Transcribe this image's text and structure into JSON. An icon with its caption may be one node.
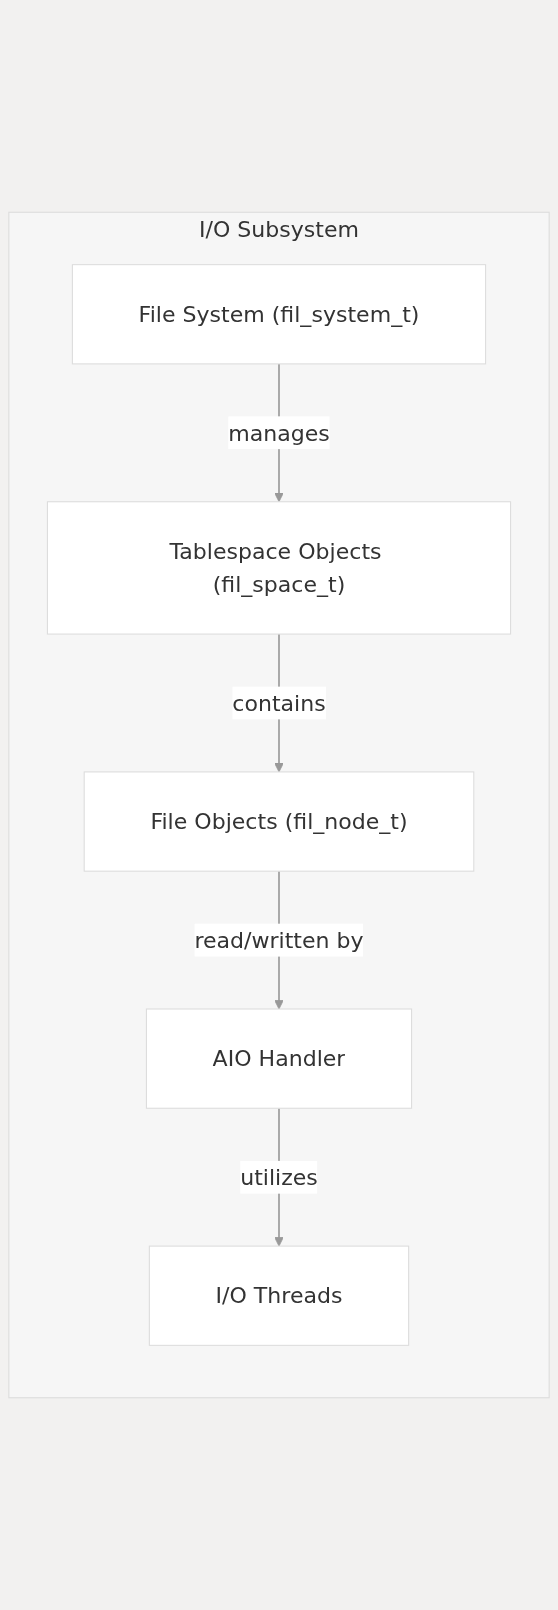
{
  "diagram": {
    "nodes": [
      {
        "text": [
          "I/O Subsystem"
        ]
      },
      {
        "text": [
          "File System (fil_system_t)"
        ],
        "in": 0
      },
      {
        "text": [
          "Tablespace Objects (fil_space_t)"
        ],
        "in": 0
      },
      {
        "text": [
          "File Objects (fil_node_t)"
        ],
        "in": 0
      },
      {
        "text": [
          "AIO Handler"
        ],
        "in": 0
      },
      {
        "text": [
          "I/O Threads"
        ],
        "in": 0
      }
    ],
    "edges": [
      {
        "from": 1,
        "to": 2,
        "arrow": "to",
        "label": "manages"
      },
      {
        "from": 2,
        "to": 3,
        "arrow": "to",
        "label": "contains"
      },
      {
        "from": 3,
        "to": 4,
        "arrow": "to",
        "label": "read/written by"
      },
      {
        "from": 4,
        "to": 5,
        "arrow": "to",
        "label": "utilizes"
      }
    ]
  }
}
